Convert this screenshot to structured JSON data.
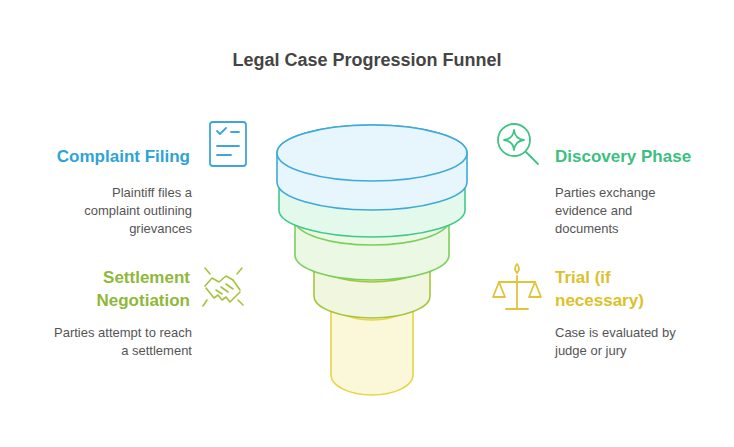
{
  "diagram": {
    "title": "Legal Case Progression Funnel",
    "labels": [
      "Complaint Filing",
      "Plaintiff files a complaint outlining grievances",
      "Discovery Phase",
      "Parties exchange evidence and documents",
      "Settlement Negotiation",
      "Parties attempt to reach a settlement",
      "Trial (if necessary)",
      "Case is evaluated by judge or jury"
    ]
  }
}
